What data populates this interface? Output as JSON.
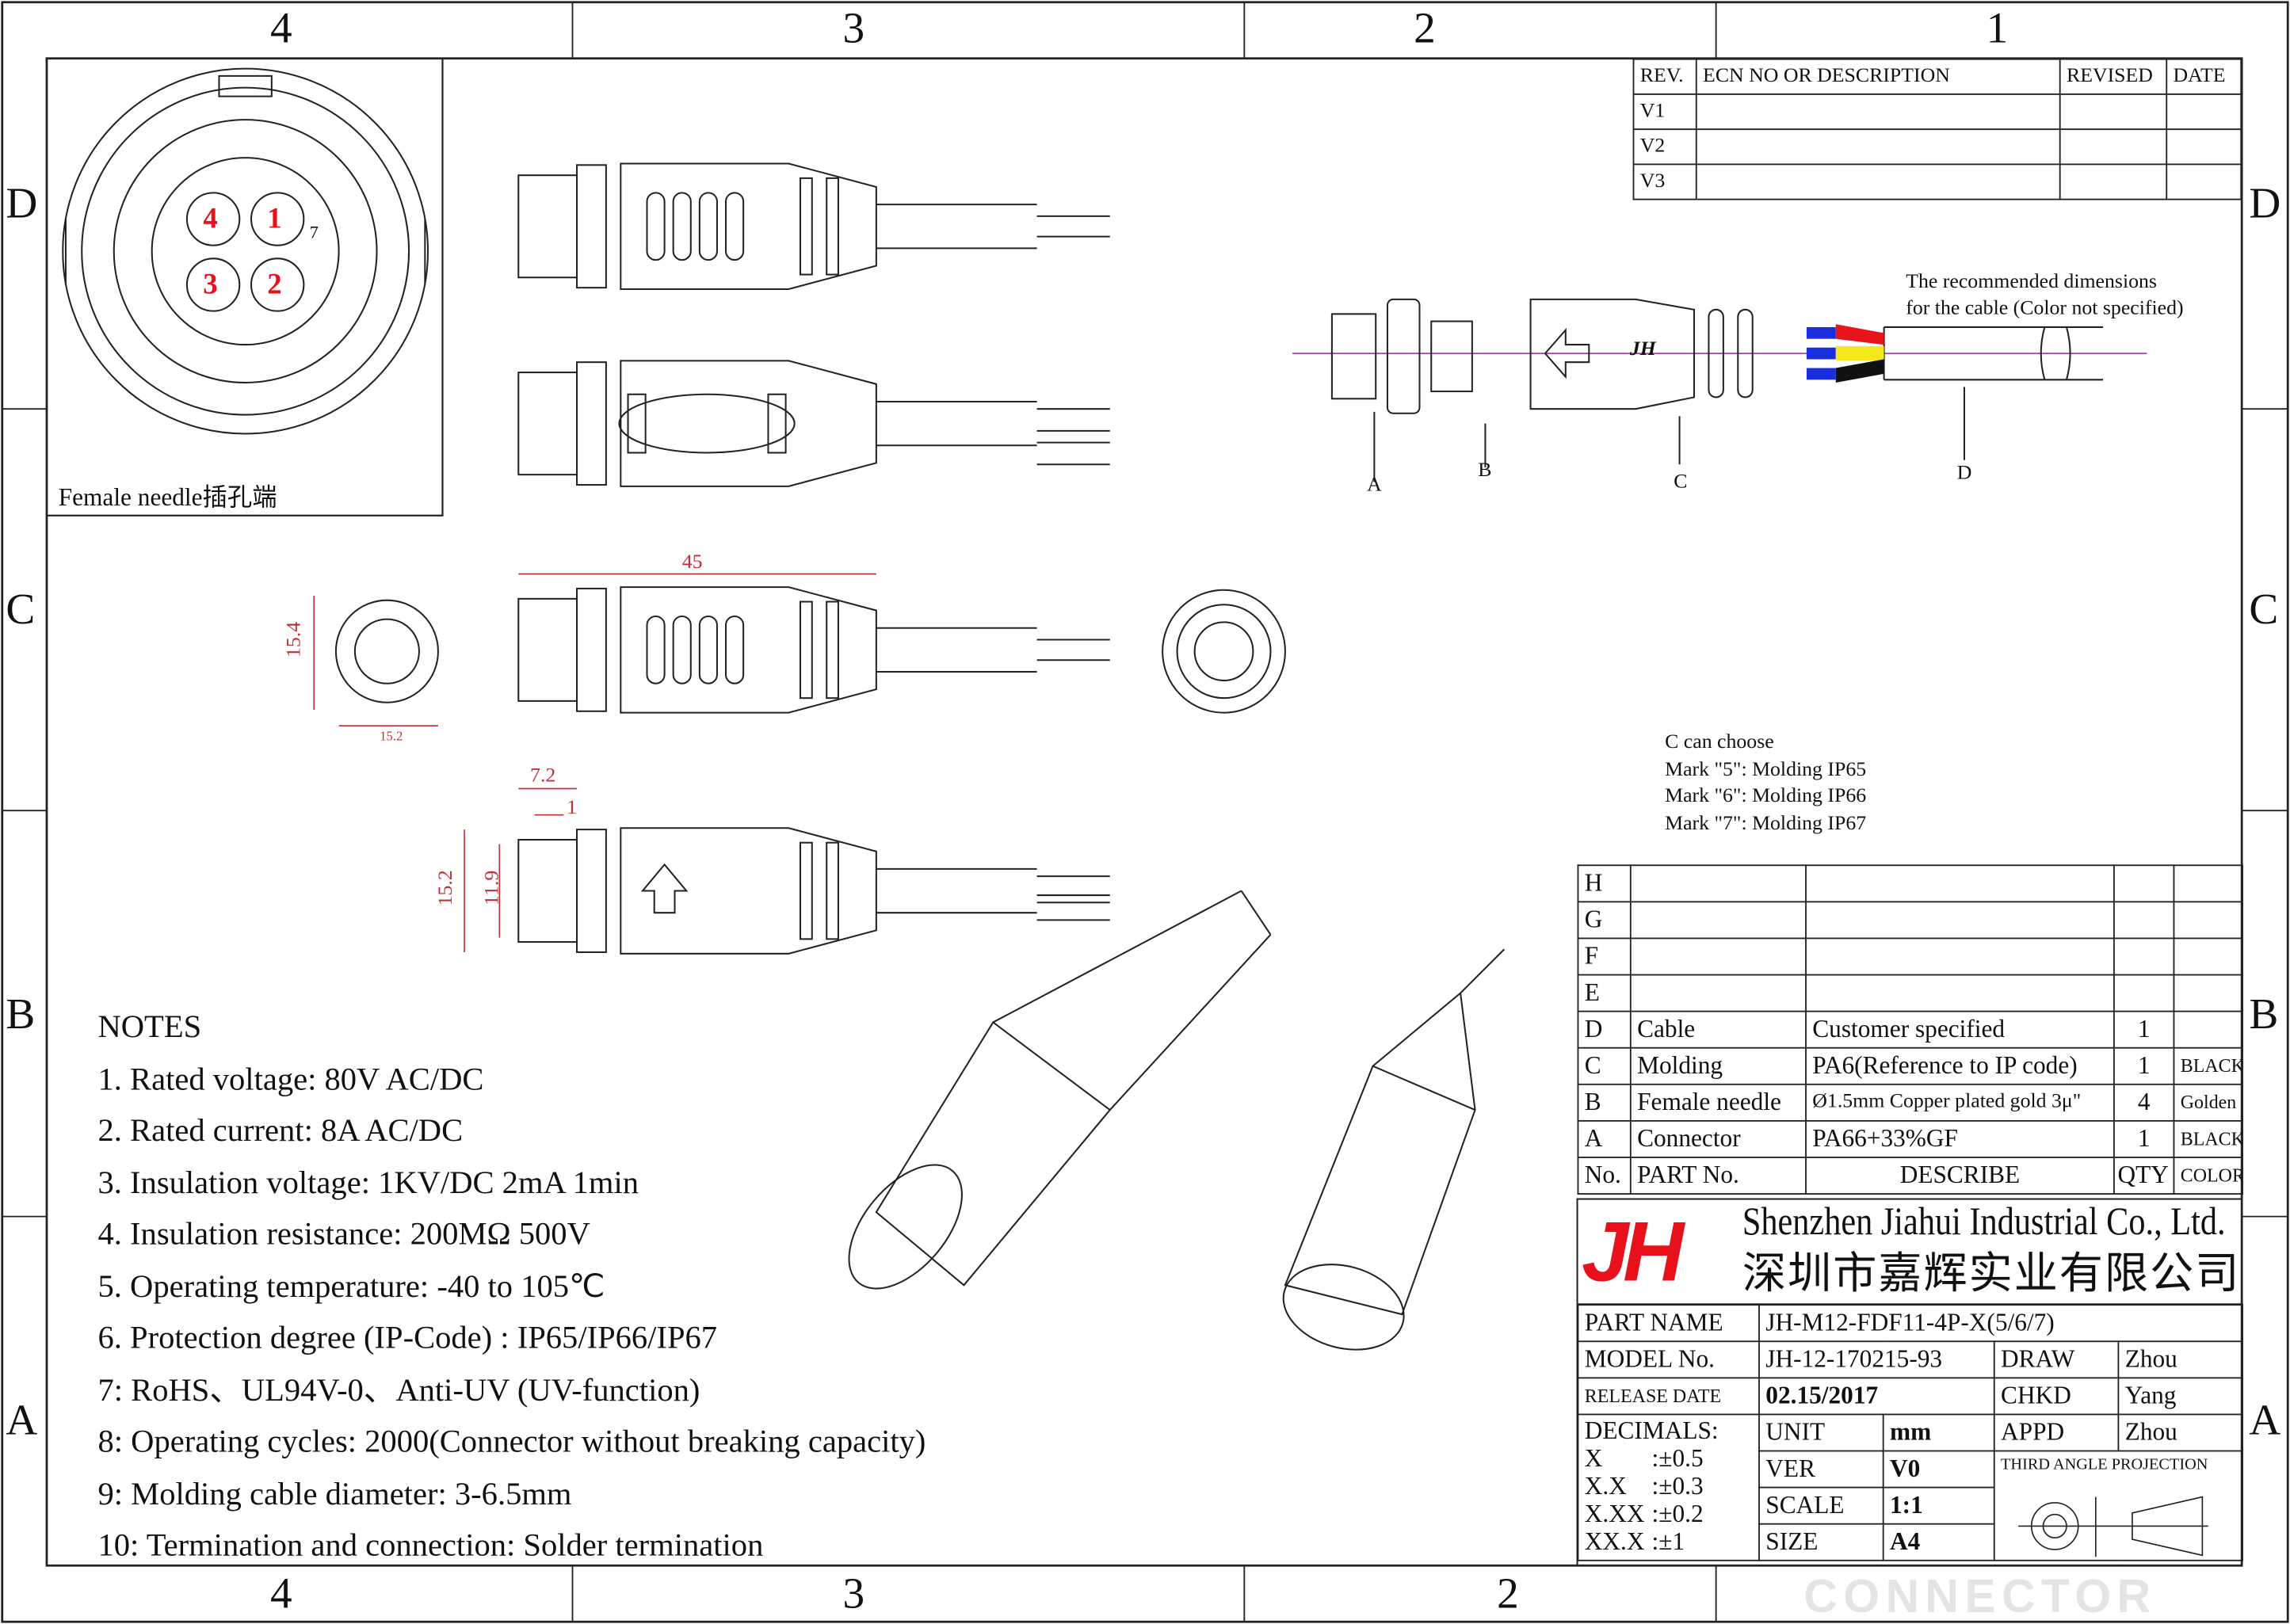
{
  "zones": {
    "columns": [
      "4",
      "3",
      "2",
      "1"
    ],
    "rows": [
      "D",
      "C",
      "B",
      "A"
    ],
    "bottom_columns": [
      "4",
      "3",
      "2"
    ]
  },
  "revision_table": {
    "headers": [
      "REV.",
      "ECN NO OR DESCRIPTION",
      "REVISED",
      "DATE"
    ],
    "rows": [
      [
        "V1",
        "",
        "",
        ""
      ],
      [
        "V2",
        "",
        "",
        ""
      ],
      [
        "V3",
        "",
        "",
        ""
      ]
    ]
  },
  "front_view": {
    "caption": "Female needle插孔端",
    "pins": [
      "4",
      "1",
      "3",
      "2"
    ],
    "key_mark": "7"
  },
  "exploded_view": {
    "cable_note_line1": "The recommended dimensions",
    "cable_note_line2": "for the cable (Color not specified)",
    "callouts": [
      "A",
      "B",
      "C",
      "D"
    ],
    "logo_mark": "JH",
    "wire_colors": {
      "wire1": "#e8141c",
      "wire2": "#f4e81a",
      "wire3": "#111111",
      "tips": "#1a2ee0"
    }
  },
  "dimensions": {
    "length": "45",
    "face_height": "15.4",
    "face_width": "15.2",
    "thread_length": "7.2",
    "gap": "1",
    "outer_dia": "15.2",
    "inner_dia": "11.9"
  },
  "molding_options": {
    "title": "C can choose",
    "items": [
      "Mark \"5\": Molding IP65",
      "Mark \"6\": Molding IP66",
      "Mark \"7\": Molding IP67"
    ]
  },
  "notes": {
    "title": "NOTES",
    "items": [
      "1. Rated voltage: 80V AC/DC",
      "2. Rated current: 8A AC/DC",
      "3. Insulation voltage: 1KV/DC 2mA 1min",
      "4. Insulation resistance: 200MΩ 500V",
      "5. Operating temperature: -40 to 105℃",
      "6. Protection degree (IP-Code) : IP65/IP66/IP67",
      "7: RoHS、UL94V-0、Anti-UV (UV-function)",
      "8: Operating cycles: 2000(Connector without breaking capacity)",
      "9: Molding cable diameter: 3-6.5mm",
      "10: Termination and connection: Solder termination"
    ]
  },
  "bom": {
    "rows": [
      {
        "no": "H",
        "part": "",
        "describe": "",
        "qty": "",
        "color": ""
      },
      {
        "no": "G",
        "part": "",
        "describe": "",
        "qty": "",
        "color": ""
      },
      {
        "no": "F",
        "part": "",
        "describe": "",
        "qty": "",
        "color": ""
      },
      {
        "no": "E",
        "part": "",
        "describe": "",
        "qty": "",
        "color": ""
      },
      {
        "no": "D",
        "part": "Cable",
        "describe": "Customer specified",
        "qty": "1",
        "color": ""
      },
      {
        "no": "C",
        "part": "Molding",
        "describe": "PA6(Reference to IP code)",
        "qty": "1",
        "color": "BLACK"
      },
      {
        "no": "B",
        "part": "Female needle",
        "describe": "Ø1.5mm Copper plated gold 3μ\"",
        "qty": "4",
        "color": "Golden"
      },
      {
        "no": "A",
        "part": "Connector",
        "describe": "PA66+33%GF",
        "qty": "1",
        "color": "BLACK"
      }
    ],
    "headers": {
      "no": "No.",
      "part": "PART No.",
      "describe": "DESCRIBE",
      "qty": "QTY",
      "color": "COLOR"
    }
  },
  "title_block": {
    "logo": "JH",
    "brand_color": "#e8101a",
    "company_en": "Shenzhen Jiahui Industrial Co., Ltd.",
    "company_cn": "深圳市嘉辉实业有限公司",
    "part_name_label": "PART NAME",
    "part_name": "JH-M12-FDF11-4P-X(5/6/7)",
    "model_label": "MODEL No.",
    "model": "JH-12-170215-93",
    "release_label": "RELEASE DATE",
    "release_date": "02.15/2017",
    "draw_label": "DRAW",
    "draw": "Zhou",
    "chkd_label": "CHKD",
    "chkd": "Yang",
    "appd_label": "APPD",
    "appd": "Zhou",
    "decimals_label": "DECIMALS:",
    "tolerances": [
      [
        "X",
        ":±0.5"
      ],
      [
        "X.X",
        ":±0.3"
      ],
      [
        "X.XX",
        ":±0.2"
      ],
      [
        "XX.X",
        ":±1"
      ]
    ],
    "unit_label": "UNIT",
    "unit": "mm",
    "ver_label": "VER",
    "ver": "V0",
    "scale_label": "SCALE",
    "scale": "1:1",
    "size_label": "SIZE",
    "size": "A4",
    "projection": "THIRD ANGLE PROJECTION"
  },
  "watermark": "CONNECTOR"
}
